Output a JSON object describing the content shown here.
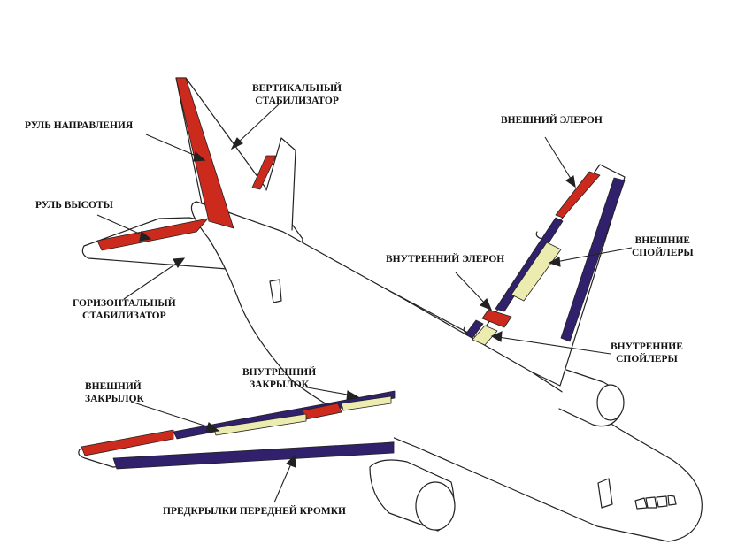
{
  "labels": {
    "rudder": "РУЛЬ НАПРАВЛЕНИЯ",
    "vertical_stabilizer": [
      "ВЕРТИКАЛЬНЫЙ",
      "СТАБИЛИЗАТОР"
    ],
    "elevator": "РУЛЬ ВЫСОТЫ",
    "horizontal_stabilizer": [
      "ГОРИЗОНТАЛЬНЫЙ",
      "СТАБИЛИЗАТОР"
    ],
    "outboard_aileron": "ВНЕШНИЙ ЭЛЕРОН",
    "outboard_spoilers": [
      "ВНЕШНИЕ",
      "СПОЙЛЕРЫ"
    ],
    "inboard_aileron": "ВНУТРЕННИЙ ЭЛЕРОН",
    "inboard_spoilers": [
      "ВНУТРЕННИЕ",
      "СПОЙЛЕРЫ"
    ],
    "inboard_flap": [
      "ВНУТРЕННИЙ",
      "ЗАКРЫЛОК"
    ],
    "outboard_flap": [
      "ВНЕШНИЙ",
      "ЗАКРЫЛОК"
    ],
    "leading_edge_slats": "ПРЕДКРЫЛКИ ПЕРЕДНЕЙ КРОМКИ"
  },
  "colors": {
    "red_surfaces": "#cc2a1c",
    "blue_surfaces": "#31206b",
    "yellow_surfaces": "#ecebb0",
    "outline": "#222222"
  }
}
